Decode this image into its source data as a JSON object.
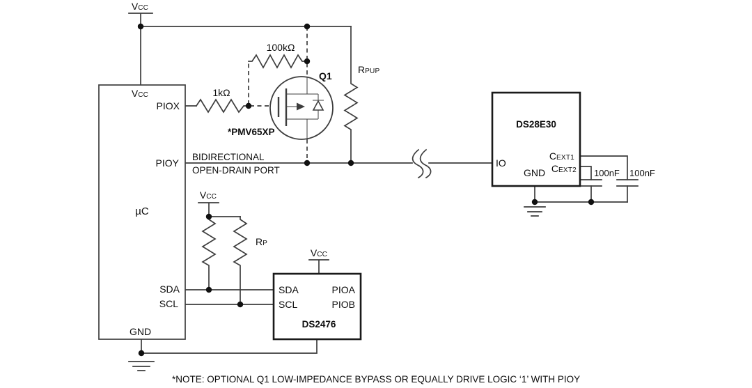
{
  "colors": {
    "wire": "#3d3d3d",
    "ink": "#0d0d0d",
    "chip_border": "#1a1a1a",
    "background": "#ffffff"
  },
  "power": {
    "vcc_main": "V",
    "vcc_sub": "CC"
  },
  "mcu": {
    "name": "µC",
    "pin_vcc_main": "V",
    "pin_vcc_sub": "CC",
    "pin_piox": "PIOX",
    "pin_pioy": "PIOY",
    "pin_sda": "SDA",
    "pin_scl": "SCL",
    "pin_gnd": "GND"
  },
  "bus": {
    "line1": "BIDIRECTIONAL",
    "line2": "OPEN-DRAIN PORT"
  },
  "resistors": {
    "gate": "1kΩ",
    "bypass": "100kΩ",
    "pullup_main": "R",
    "pullup_sub": "PUP",
    "i2c_main": "R",
    "i2c_sub": "P"
  },
  "transistor": {
    "ref": "Q1",
    "part": "*PMV65XP"
  },
  "ds28e30": {
    "name": "DS28E30",
    "pin_io": "IO",
    "pin_cext1_main": "C",
    "pin_cext1_sub": "EXT1",
    "pin_cext2_main": "C",
    "pin_cext2_sub": "EXT2",
    "pin_gnd": "GND"
  },
  "capacitors": {
    "c1": "100nF",
    "c2": "100nF"
  },
  "ds2476": {
    "name": "DS2476",
    "vcc_main": "V",
    "vcc_sub": "CC",
    "pin_sda": "SDA",
    "pin_scl": "SCL",
    "pin_pioa": "PIOA",
    "pin_piob": "PIOB"
  },
  "note": "*NOTE: OPTIONAL Q1 LOW-IMPEDANCE BYPASS OR EQUALLY DRIVE LOGIC ‘1’ WITH PIOY"
}
